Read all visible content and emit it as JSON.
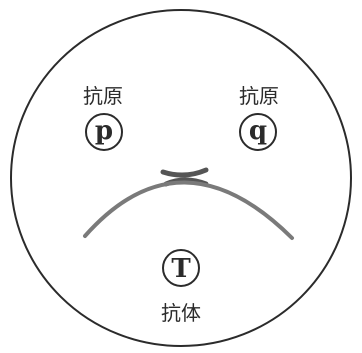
{
  "labels": {
    "antigen_left": "抗原",
    "antigen_right": "抗原",
    "antibody": "抗体"
  },
  "symbols": {
    "left": "p",
    "right": "q",
    "bottom": "T"
  },
  "colors": {
    "ink": "#2b2b2b",
    "arc": "#7a7a7a"
  }
}
